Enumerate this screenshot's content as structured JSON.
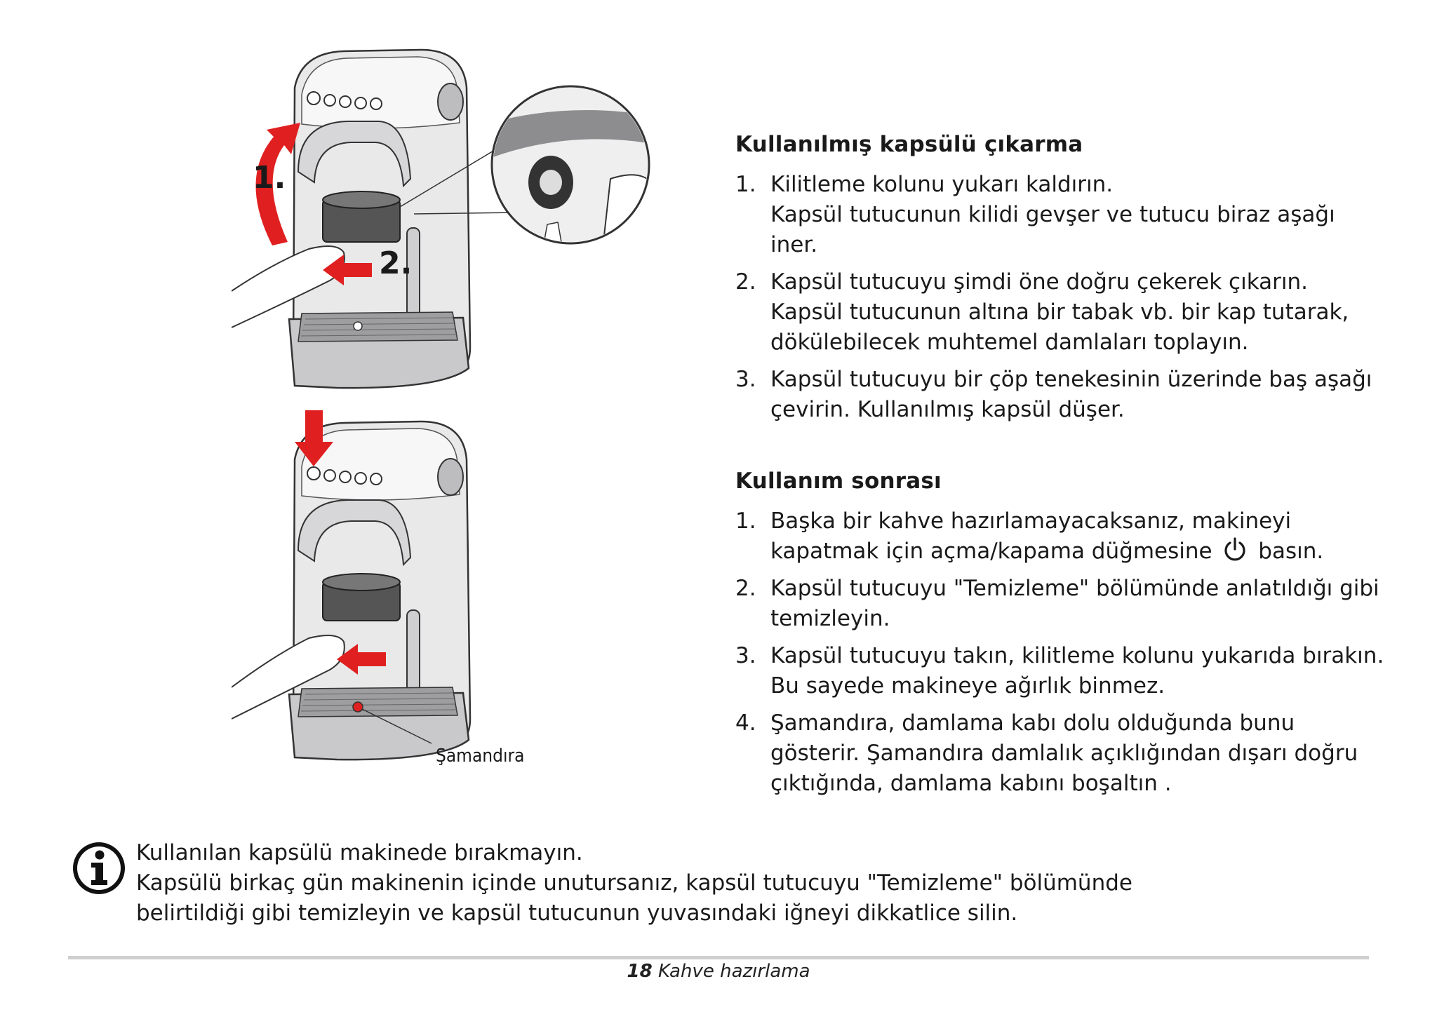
{
  "illustration": {
    "step1_label": "1.",
    "step2_label": "2.",
    "float_label": "Şamandıra"
  },
  "remove_capsule": {
    "title": "Kullanılmış kapsülü çıkarma",
    "steps": [
      {
        "num": "1.",
        "text": "Kilitleme kolunu yukarı kaldırın.",
        "text2": "Kapsül tutucunun kilidi gevşer ve tutucu biraz aşağı iner."
      },
      {
        "num": "2.",
        "text": "Kapsül tutucuyu şimdi öne doğru çekerek çıkarın.",
        "text2": "Kapsül tutucunun altına bir tabak vb. bir kap tutarak, dökülebilecek muhtemel damlaları toplayın."
      },
      {
        "num": "3.",
        "text": "Kapsül tutucuyu bir çöp tenekesinin üzerinde baş aşağı çevirin. Kullanılmış kapsül düşer.",
        "text2": ""
      }
    ]
  },
  "after_use": {
    "title": "Kullanım sonrası",
    "steps": [
      {
        "num": "1.",
        "text_before": "Başka bir kahve hazırlamayacaksanız, makineyi kapatmak için açma/kapama düğmesine",
        "text_after": "basın."
      },
      {
        "num": "2.",
        "text": "Kapsül tutucuyu \"Temizleme\" bölümünde anlatıldığı gibi temizleyin."
      },
      {
        "num": "3.",
        "text": "Kapsül tutucuyu takın, kilitleme kolunu yukarıda bırakın. Bu sayede makineye ağırlık binmez."
      },
      {
        "num": "4.",
        "text": "Şamandıra, damlama kabı dolu olduğunda bunu gösterir. Şamandıra damlalık açıklığından dışarı doğru çıktığında, damlama kabını boşaltın ."
      }
    ]
  },
  "note": {
    "icon": "info-icon",
    "line1": "Kullanılan kapsülü makinede bırakmayın.",
    "line2": "Kapsülü birkaç gün makinenin içinde unutursanız, kapsül tutucuyu \"Temizleme\" bölümünde belirtildiği gibi temizleyin ve kapsül tutucunun yuvasındaki iğneyi dikkatlice silin."
  },
  "footer": {
    "page_number": "18",
    "section": "Kahve hazırlama"
  },
  "colors": {
    "accent_red": "#e02020",
    "text": "#1a1a1a",
    "rule": "#cfcfcf"
  }
}
